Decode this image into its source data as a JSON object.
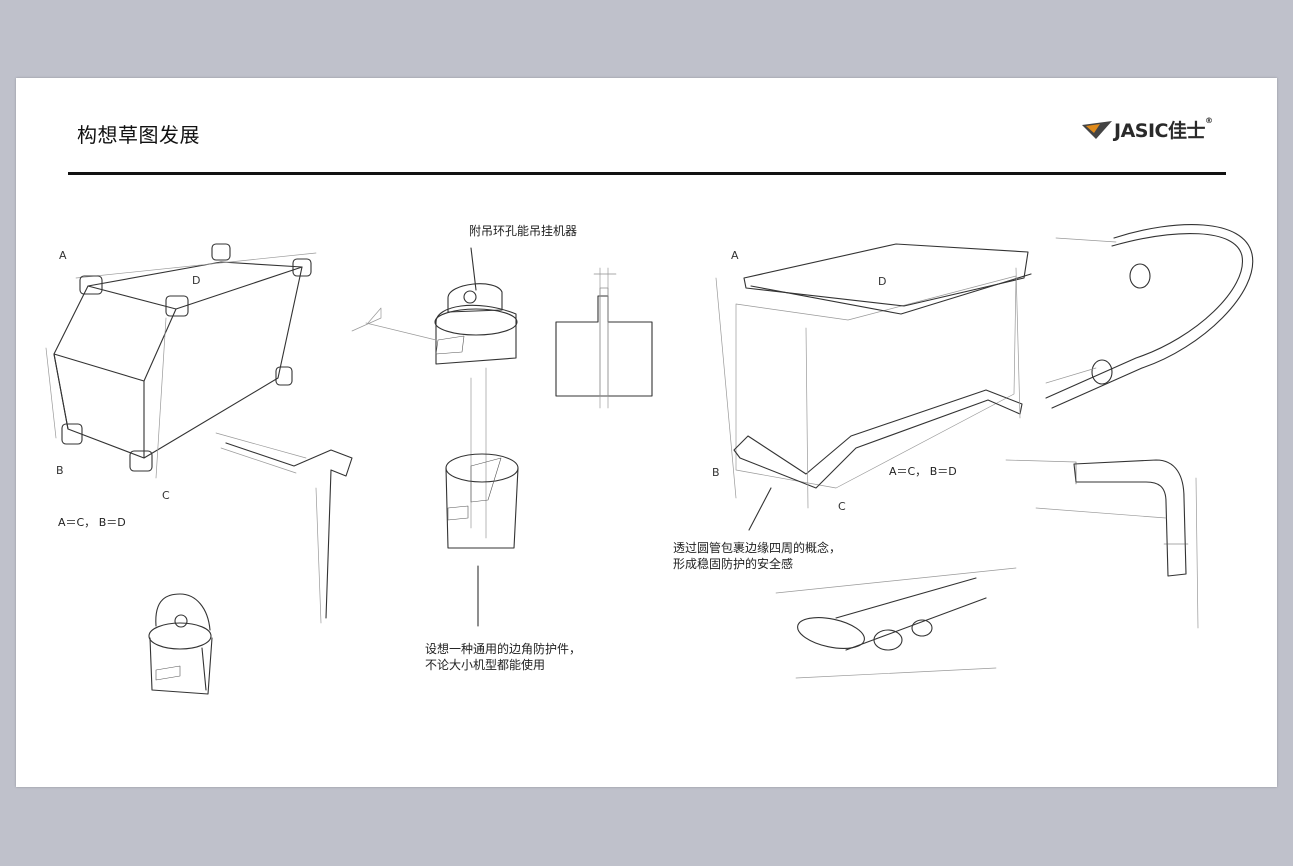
{
  "slide": {
    "title": "构想草图发展",
    "logo": {
      "text": "JASIC佳士",
      "registered": "®"
    }
  },
  "sketch_left": {
    "corner_labels": {
      "a": "A",
      "b": "B",
      "c": "C",
      "d": "D"
    },
    "equation": "A＝C， B＝D"
  },
  "sketch_middle": {
    "top_callout": "附吊环孔能吊挂机器",
    "bottom_callout_line1": "设想一种通用的边角防护件，",
    "bottom_callout_line2": "不论大小机型都能使用"
  },
  "sketch_right": {
    "corner_labels": {
      "a": "A",
      "b": "B",
      "c": "C",
      "d": "D"
    },
    "equation": "A＝C， B＝D",
    "callout_line1": "透过圆管包裹边缘四周的概念，",
    "callout_line2": "形成稳固防护的安全感"
  }
}
